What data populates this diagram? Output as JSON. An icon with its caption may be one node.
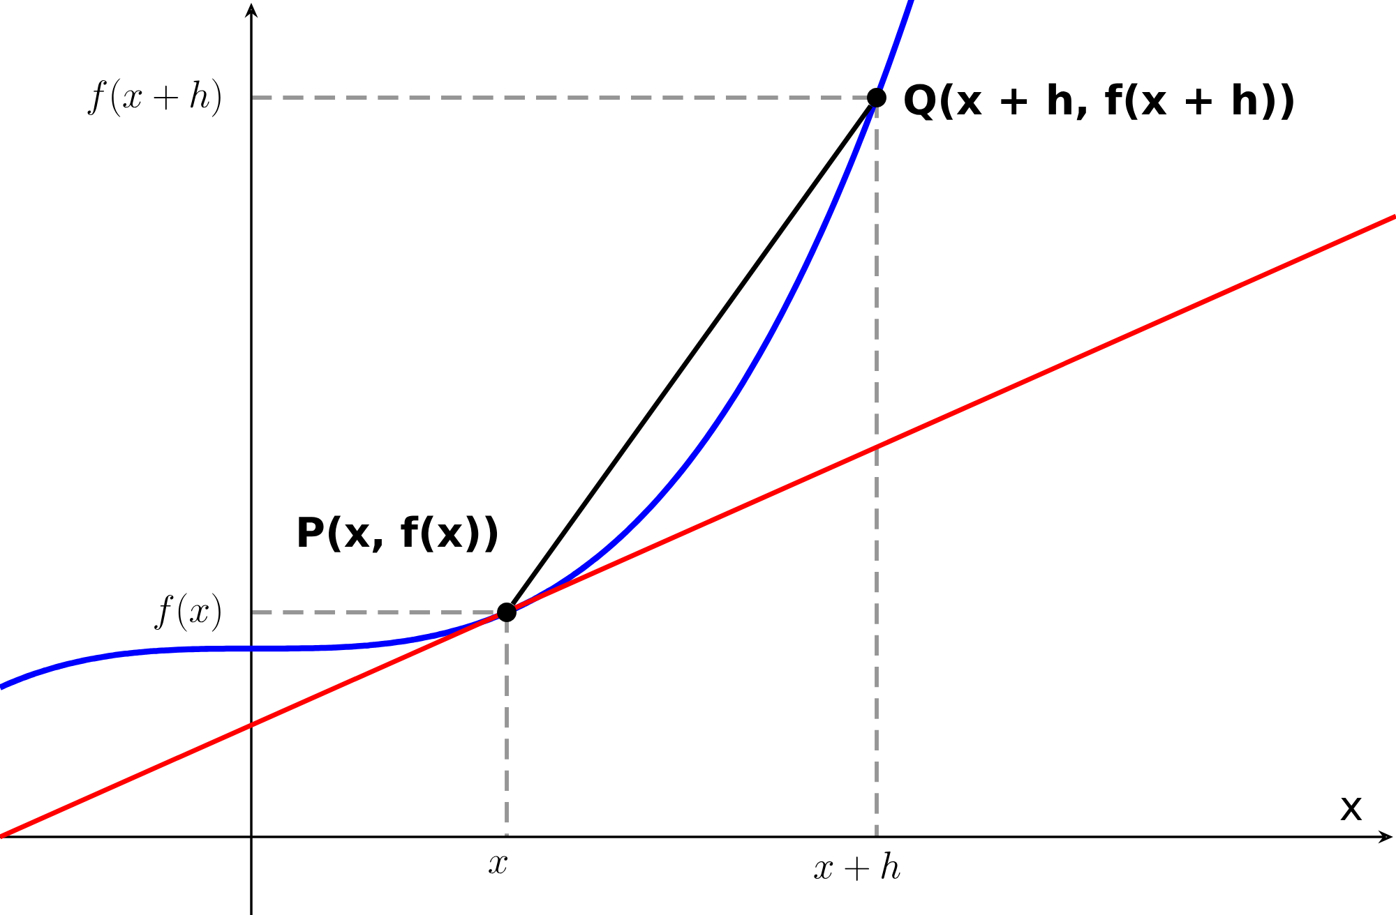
{
  "diagram": {
    "nodes": [
      {
        "text": [],
        "shape": "circle",
        "beside": [
          "P(x, f(x))"
        ]
      },
      {
        "text": [],
        "shape": "circle",
        "beside": [
          "Q(x + h, f(x + h))"
        ]
      }
    ],
    "edges": [
      {
        "from": 0,
        "to": 1,
        "arrow": "none"
      }
    ],
    "labels": [
      "f(x+h)",
      "f(x)",
      "x",
      "x+h",
      "x"
    ]
  }
}
